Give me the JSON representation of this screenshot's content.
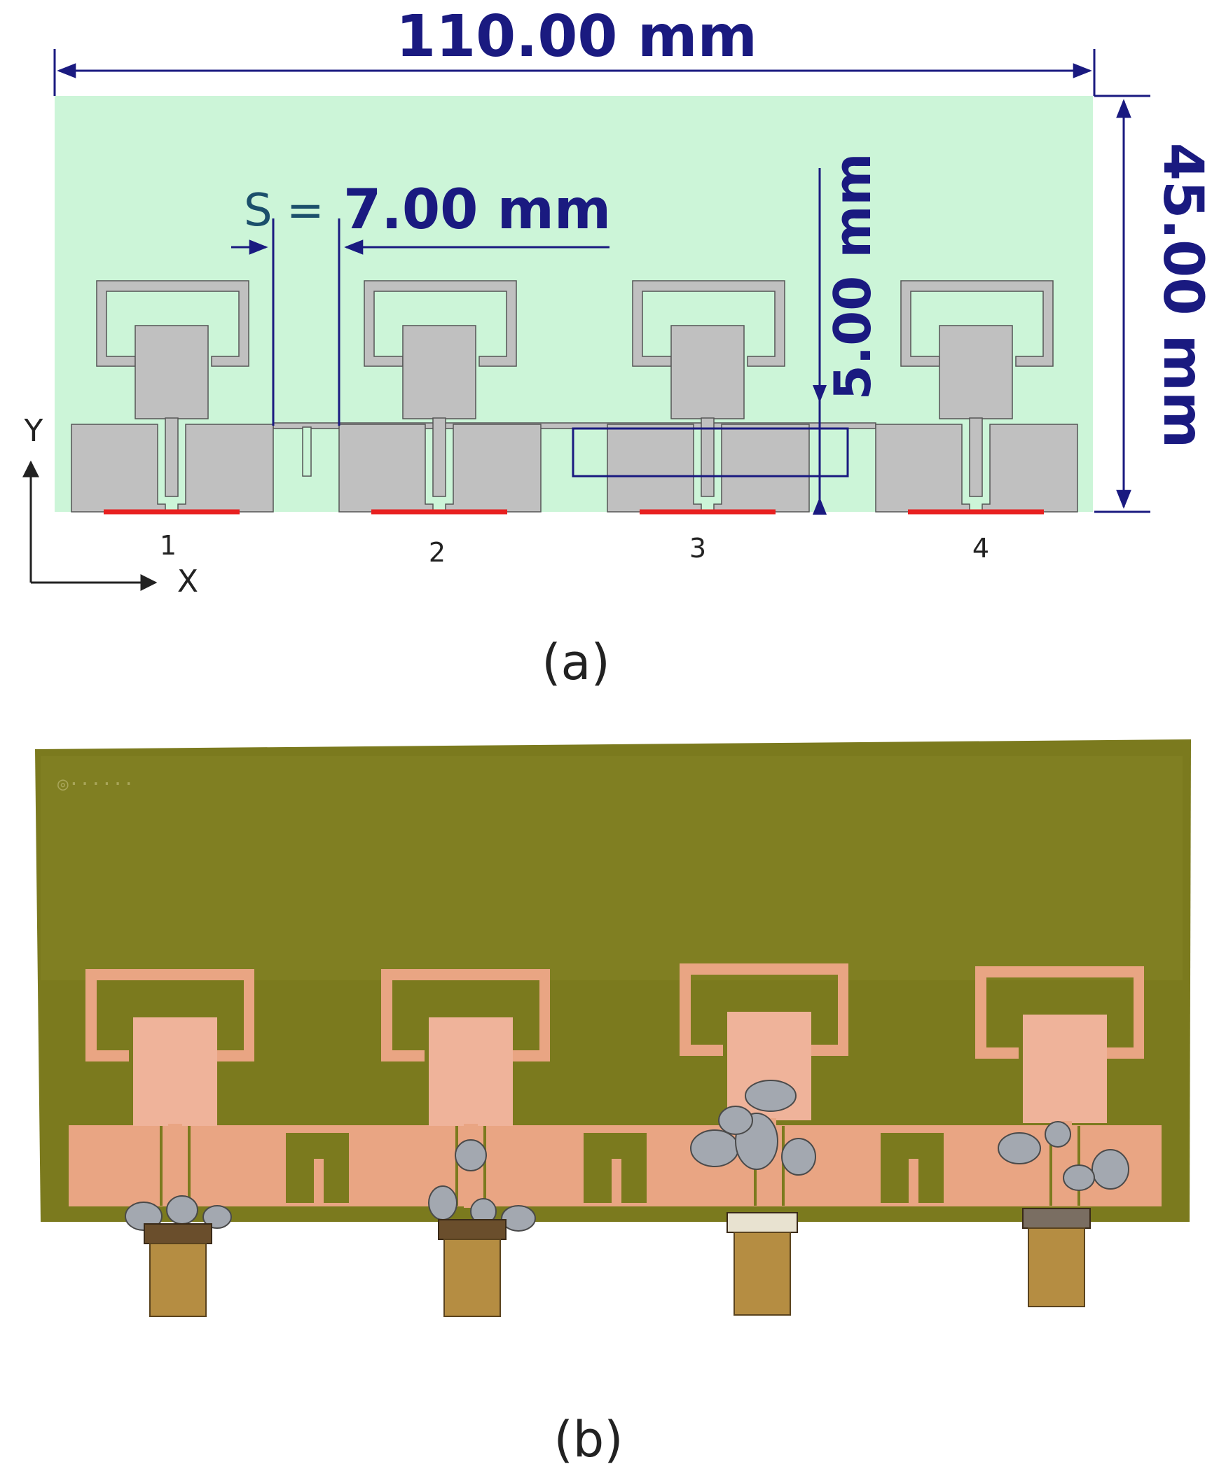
{
  "panel_a": {
    "width_dim": "110.00 mm",
    "height_dim": "45.00 mm",
    "spacing_prefix": "S =",
    "spacing_value": "7.00 mm",
    "inner_dim": "5.00 mm",
    "axis_y": "Y",
    "axis_x": "X",
    "port_labels": [
      "1",
      "2",
      "3",
      "4"
    ],
    "caption": "(a)",
    "colors": {
      "substrate": "#ccf5d8",
      "metal": "#c0c0c0",
      "dimension": "#1a1a80",
      "port": "#e82020"
    }
  },
  "panel_b": {
    "caption": "(b)",
    "colors": {
      "board": "#7a7a1c",
      "copper": "#e8a37f",
      "solder": "#9aa0a8",
      "connector": "#b08a3e"
    }
  }
}
